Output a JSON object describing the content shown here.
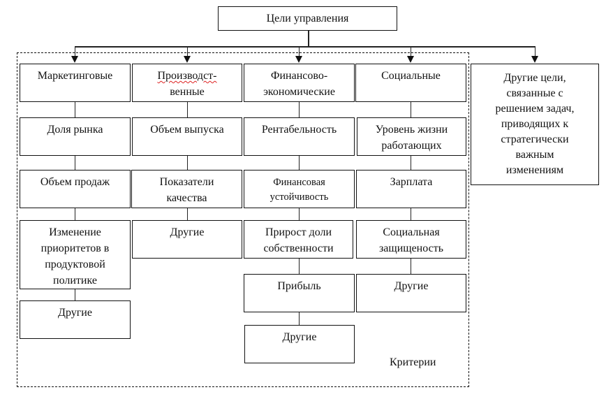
{
  "root": {
    "label": "Цели управления"
  },
  "criteria_label": "Критерии",
  "categories": [
    {
      "title": "Маркетинговые",
      "items": [
        "Доля рынка",
        "Объем продаж",
        "Изменение приоритетов в продуктовой политике",
        "Другие"
      ]
    },
    {
      "title": "Производст-венные",
      "title_lines": [
        "Производст-",
        "венные"
      ],
      "items": [
        "Объем выпуска",
        "Показатели качества",
        "Другие"
      ]
    },
    {
      "title": "Финансово-экономические",
      "title_lines": [
        "Финансово-",
        "экономические"
      ],
      "items": [
        "Рентабельность",
        "Финансовая устойчивость",
        "Прирост доли собственности",
        "Прибыль",
        "Другие"
      ]
    },
    {
      "title": "Социальные",
      "items": [
        "Уровень жизни работающих",
        "Зарплата",
        "Социальная защищеность",
        "Другие"
      ]
    }
  ],
  "other_goals": {
    "label": "Другие цели, связанные с решением задач, приводящих к стратегически важным изменениям",
    "lines": [
      "Другие цели,",
      "связанные с",
      "решением задач,",
      "приводящих к",
      "стратегически",
      "важным",
      "изменениям"
    ]
  }
}
